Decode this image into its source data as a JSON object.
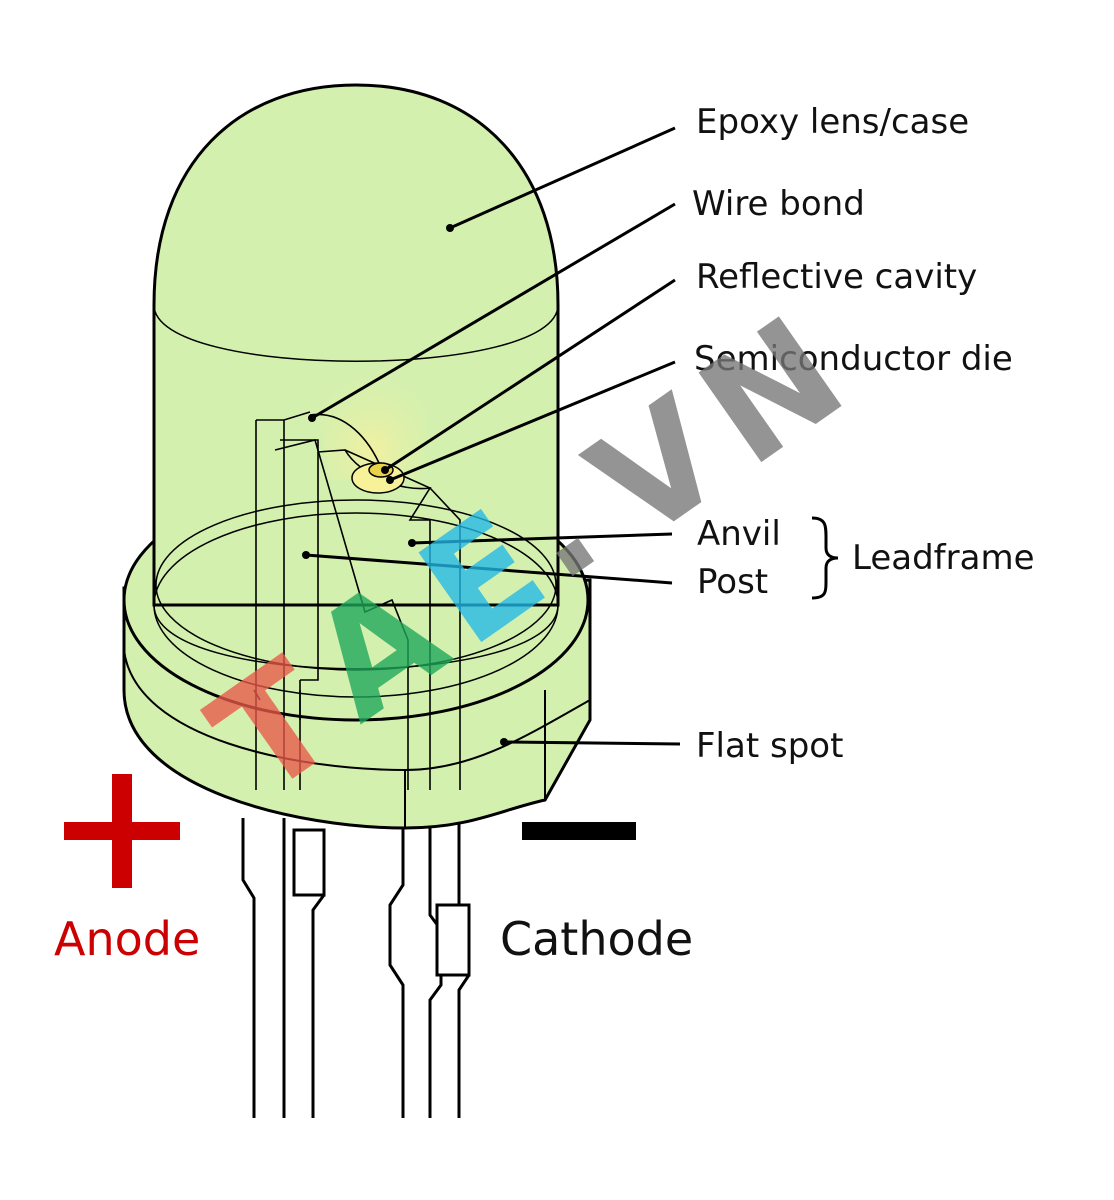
{
  "labels": {
    "epoxy": "Epoxy lens/case",
    "wire_bond": "Wire bond",
    "reflective_cavity": "Reflective cavity",
    "semiconductor_die": "Semiconductor die",
    "anvil": "Anvil",
    "post": "Post",
    "leadframe": "Leadframe",
    "flat_spot": "Flat spot",
    "anode": "Anode",
    "cathode": "Cathode"
  },
  "watermark": {
    "letters": [
      "T",
      "A",
      "E",
      ".",
      "V",
      "N"
    ]
  },
  "colors": {
    "body_fill": "#d4f0ae",
    "outline": "#000000",
    "anode_red": "#cc0000",
    "cathode_black": "#000000",
    "wm_red": "#e8584a",
    "wm_green": "#1ea85a",
    "wm_blue": "#22b8e8",
    "wm_gray": "#777777"
  }
}
